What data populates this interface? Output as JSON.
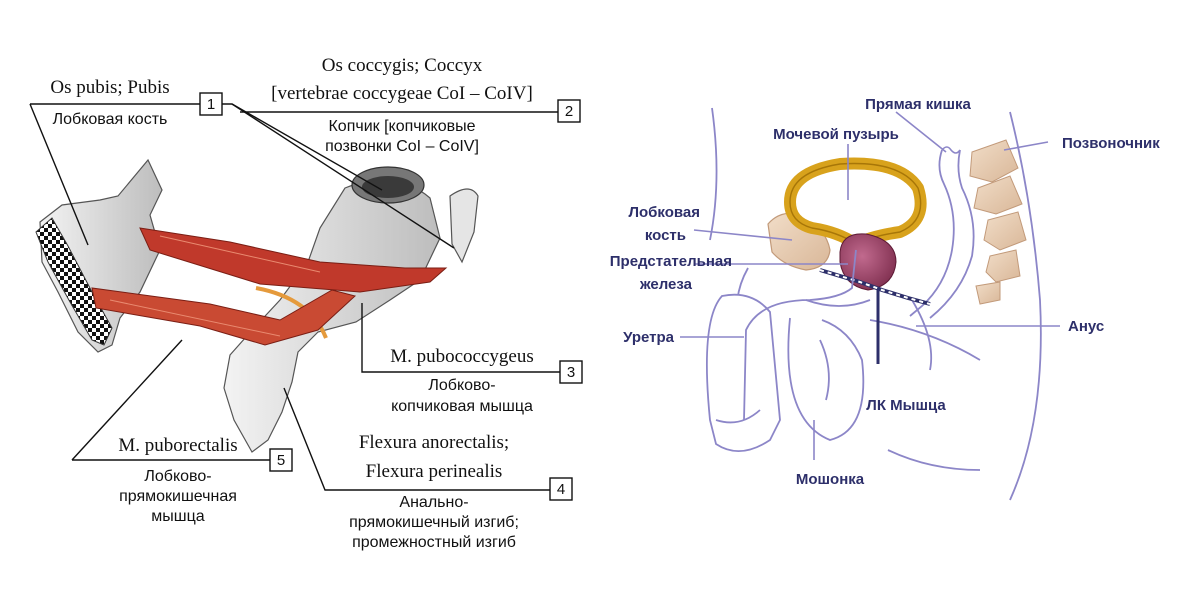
{
  "left_panel": {
    "labels": [
      {
        "num": "1",
        "latin": [
          "Os pubis; Pubis"
        ],
        "russian": [
          "Лобковая кость"
        ]
      },
      {
        "num": "2",
        "latin": [
          "Os coccygis; Coccyx",
          "[vertebrae coccygeae CoI – CoIV]"
        ],
        "russian": [
          "Копчик [копчиковые",
          "позвонки CoI – CoIV]"
        ]
      },
      {
        "num": "3",
        "latin": [
          "M. pubococcygeus"
        ],
        "russian": [
          "Лобково-",
          "копчиковая мышца"
        ]
      },
      {
        "num": "4",
        "latin": [
          "Flexura anorectalis;",
          "Flexura perinealis"
        ],
        "russian": [
          "Анально-",
          "прямокишечный изгиб;",
          "промежностный изгиб"
        ]
      },
      {
        "num": "5",
        "latin": [
          "M. puborectalis"
        ],
        "russian": [
          "Лобково-",
          "прямокишечная",
          "мышца"
        ]
      }
    ]
  },
  "right_panel": {
    "labels": {
      "rectum": "Прямая кишка",
      "bladder": "Мочевой пузырь",
      "spine": "Позвоночник",
      "pubic_bone": [
        "Лобковая",
        "кость"
      ],
      "prostate": [
        "Предстательная",
        "железа"
      ],
      "urethra": "Уретра",
      "anus": "Анус",
      "pc_muscle": "ЛК Мышца",
      "scrotum": "Мошонка"
    }
  },
  "colors": {
    "muscle": "#c0392b",
    "bone": "#e8cdb3",
    "bladder": "#d8a21c",
    "prostate": "#9c4468",
    "outline": "#8c86c8",
    "label_text": "#2d2f6a"
  }
}
